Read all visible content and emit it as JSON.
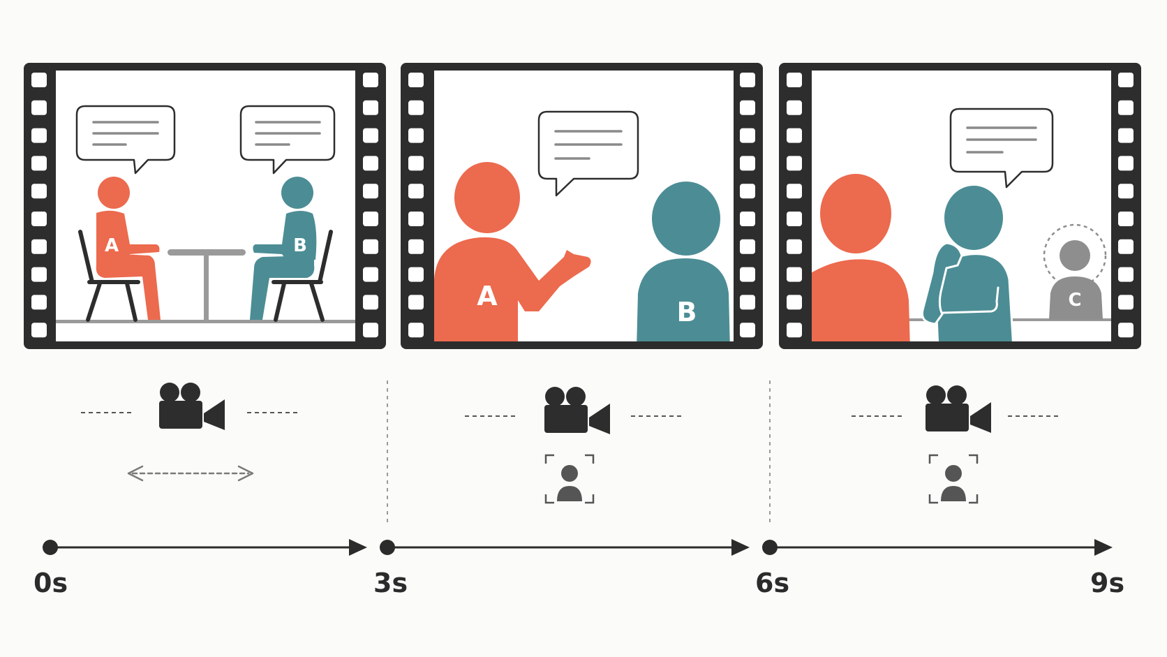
{
  "colors": {
    "frame": "#2d2d2d",
    "person_a": "#ec6a4e",
    "person_b": "#4c8d95",
    "person_c": "#8e8e8e",
    "line": "#2b2b2b",
    "bubble_text": "#8a8a8a"
  },
  "shots": [
    {
      "id": "shot-1",
      "people": [
        {
          "label": "A",
          "color": "person_a"
        },
        {
          "label": "B",
          "color": "person_b"
        }
      ],
      "speech_bubbles": 2,
      "camera": {
        "icon": "movie-camera-icon",
        "motion": "pan"
      }
    },
    {
      "id": "shot-2",
      "people": [
        {
          "label": "A",
          "color": "person_a"
        },
        {
          "label": "B",
          "color": "person_b"
        }
      ],
      "speech_bubbles": 1,
      "camera": {
        "icon": "movie-camera-icon",
        "focus": "person-focus-icon"
      }
    },
    {
      "id": "shot-3",
      "people": [
        {
          "label": "",
          "color": "person_a"
        },
        {
          "label": "",
          "color": "person_b"
        },
        {
          "label": "C",
          "color": "person_c"
        }
      ],
      "speech_bubbles": 1,
      "camera": {
        "icon": "movie-camera-icon",
        "focus": "person-focus-icon"
      }
    }
  ],
  "labels": {
    "shot1_a": "A",
    "shot1_b": "B",
    "shot2_a": "A",
    "shot2_b": "B",
    "shot3_c": "C"
  },
  "timeline": {
    "ticks": [
      "0s",
      "3s",
      "6s",
      "9s"
    ]
  }
}
